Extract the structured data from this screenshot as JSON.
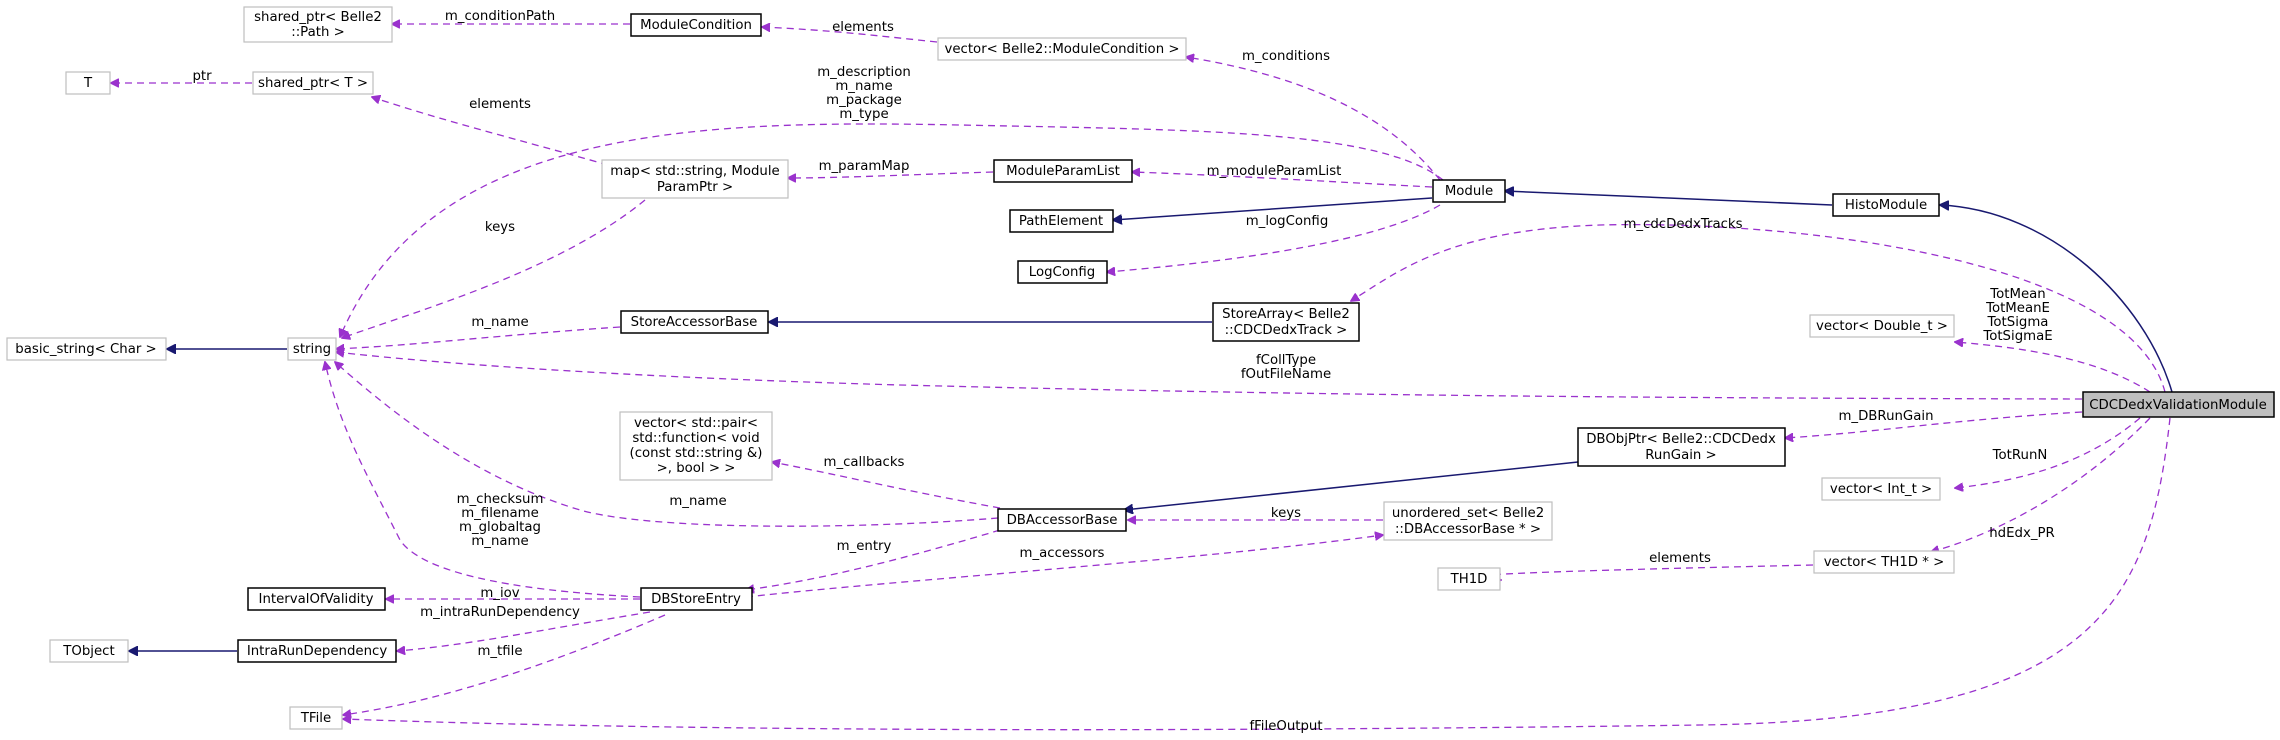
{
  "nodes": {
    "shared_ptr_path": [
      "shared_ptr< Belle2",
      "::Path >"
    ],
    "module_condition": [
      "ModuleCondition"
    ],
    "vector_module_condition": [
      "vector< Belle2::ModuleCondition >"
    ],
    "T": [
      "T"
    ],
    "shared_ptr_t": [
      "shared_ptr< T >"
    ],
    "map_param": [
      "map< std::string, Module",
      "ParamPtr >"
    ],
    "module_param_list": [
      "ModuleParamList"
    ],
    "module": [
      "Module"
    ],
    "histo_module": [
      "HistoModule"
    ],
    "path_element": [
      "PathElement"
    ],
    "log_config": [
      "LogConfig"
    ],
    "basic_string": [
      "basic_string< Char >"
    ],
    "string": [
      "string"
    ],
    "store_accessor_base": [
      "StoreAccessorBase"
    ],
    "store_array": [
      "StoreArray< Belle2",
      "::CDCDedxTrack >"
    ],
    "vector_double": [
      "vector< Double_t >"
    ],
    "focus": [
      "CDCDedxValidationModule"
    ],
    "vector_pair": [
      "vector< std::pair<",
      "std::function< void",
      "(const std::string &)",
      ">, bool > >"
    ],
    "dbobjptr": [
      "DBObjPtr< Belle2::CDCDedx",
      "RunGain >"
    ],
    "vector_int": [
      "vector< Int_t >"
    ],
    "db_accessor_base": [
      "DBAccessorBase"
    ],
    "unordered_set": [
      "unordered_set< Belle2",
      "::DBAccessorBase * >"
    ],
    "vector_th1d": [
      "vector< TH1D * >"
    ],
    "interval_validity": [
      "IntervalOfValidity"
    ],
    "db_store_entry": [
      "DBStoreEntry"
    ],
    "th1d": [
      "TH1D"
    ],
    "tobject": [
      "TObject"
    ],
    "intra_run": [
      "IntraRunDependency"
    ],
    "tfile": [
      "TFile"
    ]
  },
  "edge_labels": {
    "m_conditionPath": [
      "m_conditionPath"
    ],
    "elements_cond": [
      "elements"
    ],
    "m_conditions": [
      "m_conditions"
    ],
    "ptr": [
      "ptr"
    ],
    "elements_shared": [
      "elements"
    ],
    "module_strings": [
      "m_description",
      "m_name",
      "m_package",
      "m_type"
    ],
    "m_paramMap": [
      "m_paramMap"
    ],
    "m_moduleParamList": [
      "m_moduleParamList"
    ],
    "keys_map": [
      "keys"
    ],
    "m_logConfig": [
      "m_logConfig"
    ],
    "m_cdcDedxTracks": [
      "m_cdcDedxTracks"
    ],
    "m_name_sab": [
      "m_name"
    ],
    "tot_double": [
      "TotMean",
      "TotMeanE",
      "TotSigma",
      "TotSigmaE"
    ],
    "fcoll": [
      "fCollType",
      "fOutFileName"
    ],
    "m_DBRunGain": [
      "m_DBRunGain"
    ],
    "m_callbacks": [
      "m_callbacks"
    ],
    "m_name_dba": [
      "m_name"
    ],
    "TotRunN": [
      "TotRunN"
    ],
    "keys_uset": [
      "keys"
    ],
    "entry_strings": [
      "m_checksum",
      "m_filename",
      "m_globaltag",
      "m_name"
    ],
    "m_entry": [
      "m_entry"
    ],
    "hdEdx_PR": [
      "hdEdx_PR"
    ],
    "m_accessors": [
      "m_accessors"
    ],
    "elements_th1d": [
      "elements"
    ],
    "m_iov": [
      "m_iov"
    ],
    "m_intraRunDependency": [
      "m_intraRunDependency"
    ],
    "m_tfile": [
      "m_tfile"
    ],
    "fFileOutput": [
      "fFileOutput"
    ]
  },
  "colors": {
    "usage_edge": "#9a32cd",
    "inheritance_edge": "#191970",
    "focus_fill": "#bfbfbf",
    "grey_border": "#bfbfbf"
  }
}
